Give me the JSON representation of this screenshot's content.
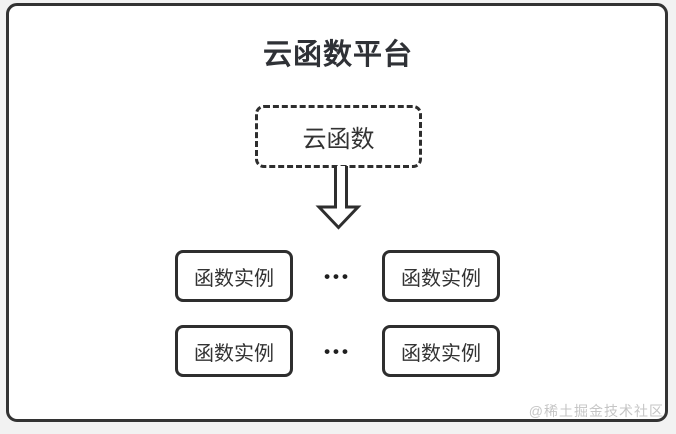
{
  "page": {
    "title": "云函数平台",
    "watermark": "@稀土掘金技术社区"
  },
  "diagram": {
    "root": {
      "label": "云函数"
    },
    "arrow_icon": "hollow-down-arrow",
    "rows": [
      {
        "left": "函数实例",
        "ellipsis": "•••",
        "right": "函数实例"
      },
      {
        "left": "函数实例",
        "ellipsis": "•••",
        "right": "函数实例"
      }
    ]
  },
  "colors": {
    "page_background": "#f2f2f2",
    "frame_background": "#ffffff",
    "line": "#2e2e2e",
    "text": "#333333",
    "title_text": "#2f3136",
    "watermark_text": "#c5c5c5"
  }
}
